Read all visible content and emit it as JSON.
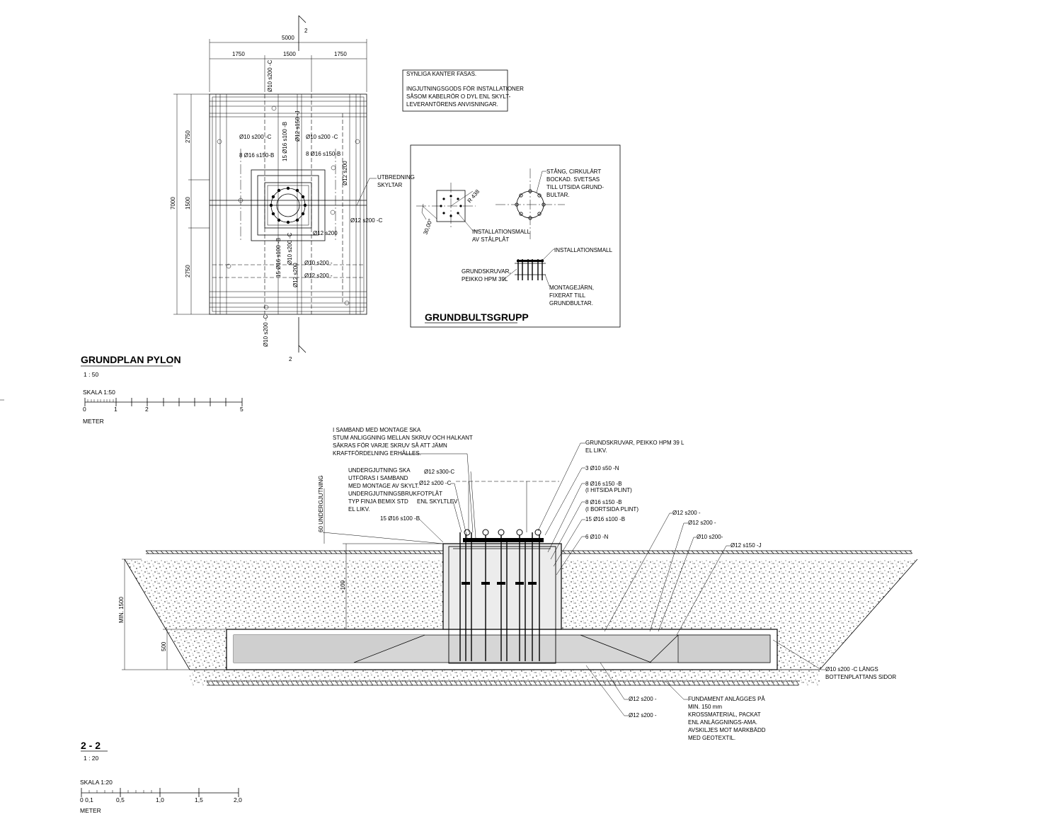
{
  "plan": {
    "section_mark": "2",
    "dims_top": {
      "total": "5000",
      "left": "1750",
      "mid": "1500",
      "right": "1750"
    },
    "dims_left": {
      "total": "7000",
      "top": "2750",
      "mid": "1500",
      "bottom": "2750"
    },
    "rebar_labels": {
      "top_vert": "Ø10 s200 -C",
      "bottom_vert": "Ø10 s200 -C",
      "ul1": "Ø10 s200 -C",
      "ul2": "8 Ø16 s150-B",
      "v1": "15 Ø16 s100 -B",
      "v2": "Ø12 s150 -J",
      "ur1": "Ø10 s200 -C",
      "ur2": "8 Ø16 s150-B",
      "rv": "Ø12 s200",
      "r1": "Ø12 s200 -C",
      "r2": "Ø12 s200",
      "lv1": "15 Ø16 s100 -B",
      "lv2": "Ø10 s200 -C",
      "lv3": "Ø12 s200",
      "lr1": "Ø10 s200 -",
      "lr2": "Ø12 s200 -"
    },
    "callout": [
      "UTBREDNING",
      "SKYLTAR"
    ],
    "title": "GRUNDPLAN PYLON",
    "scale": "1 : 50",
    "scalebar_title": "SKALA 1:50",
    "scalebar_ticks": [
      "0",
      "1",
      "2",
      "5"
    ],
    "scalebar_unit": "METER"
  },
  "note": [
    "SYNLIGA KANTER FASAS.",
    "INGJUTNINGSGODS FÖR INSTALLATIONER",
    "SÅSOM KABELRÖR O DYL ENL SKYLT-",
    "LEVERANTÖRENS ANVISNINGAR."
  ],
  "detail": {
    "title": "GRUNDBULTSGRUPP",
    "dim_r": "R 438",
    "dim_a": "30,00°",
    "label_plate": [
      "INSTALLATIONSMALL",
      "AV STÅLPLÅT"
    ],
    "label_bar": [
      "STÅNG, CIRKULÄRT",
      "BOCKAD. SVETSAS",
      "TILL UTSIDA GRUND-",
      "BULTAR."
    ],
    "label_mall": "INSTALLATIONSMALL",
    "label_screws": [
      "GRUNDSKRUVAR,",
      "PEIKKO HPM 39L"
    ],
    "label_mont": [
      "MONTAGEJÄRN,",
      "FIXERAT TILL",
      "GRUNDBULTAR."
    ]
  },
  "section": {
    "note1": [
      "I SAMBAND MED MONTAGE SKA",
      "STUM ANLIGGNING MELLAN SKRUV OCH HALKANT",
      "SÄKRAS FÖR VARJE SKRUV SÅ ATT JÄMN",
      "KRAFTFÖRDELNING ERHÅLLES."
    ],
    "note2": [
      "UNDERGJUTNING SKA",
      "UTFÖRAS I SAMBAND",
      "MED MONTAGE AV SKYLT.",
      "UNDERGJUTNINGSBRUK",
      "TYP FINJA BEMIX STD",
      "EL LIKV."
    ],
    "fotplat": [
      "FOTPLÅT",
      "ENL SKYLTLEV"
    ],
    "l_s300": "Ø12 s300-C",
    "l_s200c": "Ø12 s200 -C",
    "l_15b": "15 Ø16 s100 -B",
    "l_60": "60 UNDERGJUTNING",
    "l_100": "~100",
    "l_min": "MIN. 1500",
    "l_500": "500",
    "r_screws": [
      "GRUNDSKRUVAR, PEIKKO HPM 39 L",
      "EL LIKV."
    ],
    "r_3n": "3 Ø10 s50 -N",
    "r_8b1": [
      "8 Ø16 s150 -B",
      "(I HITSIDA PLINT)"
    ],
    "r_8b2": [
      "8 Ø16 s150 -B",
      "(I BORTSIDA PLINT)"
    ],
    "r_15b": "15 Ø16 s100 -B",
    "r_6n": "6 Ø10 -N",
    "r_a": "Ø12 s200 -",
    "r_b": "Ø12 s200 -",
    "r_c": "Ø10 s200-",
    "r_d": "Ø12 s150 -J",
    "r_side": [
      "Ø10 s200 -C LÄNGS",
      "BOTTENPLATTANS SIDOR"
    ],
    "r_fund": [
      "FUNDAMENT ANLÄGGES PÅ",
      "MIN. 150 mm",
      "KROSSMATERIAL, PACKAT",
      "ENL ANLÄGGNINGS-AMA.",
      "AVSKILJES MOT MARKBÄDD",
      "MED GEOTEXTIL."
    ],
    "b1": "Ø12 s200 -",
    "b2": "Ø12 s200 -",
    "title": "2 - 2",
    "scale": "1 : 20",
    "scalebar_title": "SKALA 1:20",
    "scalebar_ticks": [
      "0 0,1",
      "0,5",
      "1,0",
      "1,5",
      "2,0"
    ],
    "scalebar_unit": "METER"
  }
}
